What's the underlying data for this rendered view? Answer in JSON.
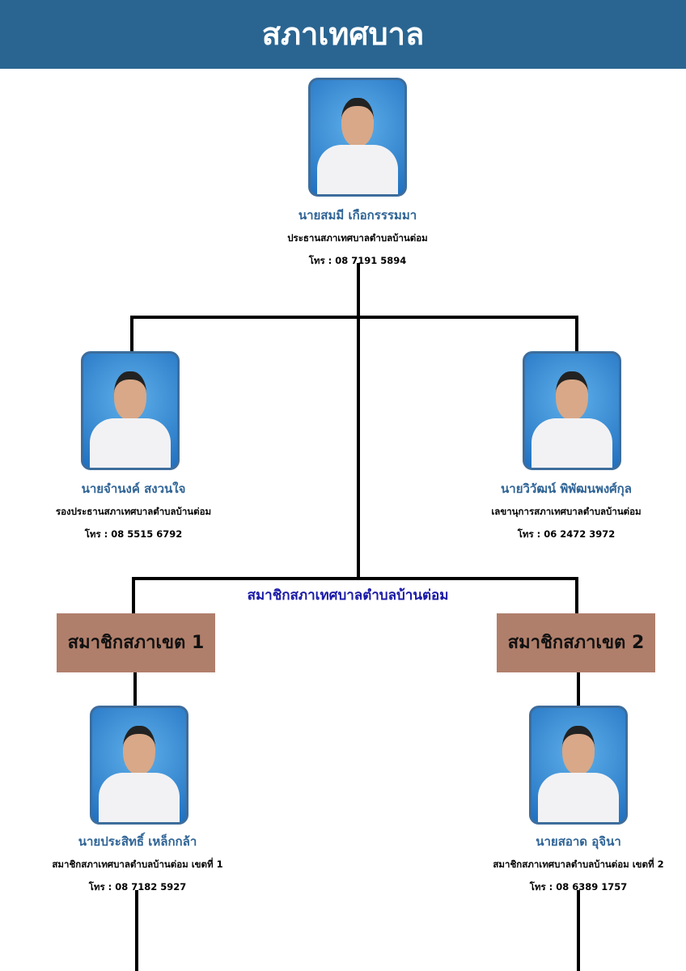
{
  "title": "สภาเทศบาล",
  "section_title": "สมาชิกสภาเทศบาลตำบลบ้านต่อม",
  "zones": [
    "สมาชิกสภาเขต 1",
    "สมาชิกสภาเขต 2"
  ],
  "people": [
    {
      "name": "นายสมมี เกือกรรรมมา",
      "role": "ประธานสภาเทศบาลตำบลบ้านต่อม",
      "phone": "โทร : 08 7191 5894"
    },
    {
      "name": "นายจำนงค์ สงวนใจ",
      "role": "รองประธานสภาเทศบาลตำบลบ้านต่อม",
      "phone": "โทร : 08 5515 6792"
    },
    {
      "name": "นายวิวัฒน์  พิพัฒนพงศ์กุล",
      "role": "เลขานุการสภาเทศบาลตำบลบ้านต่อม",
      "phone": "โทร : 06 2472 3972"
    },
    {
      "name": "นายประสิทธิ์ เหล็กกล้า",
      "role": "สมาชิกสภาเทศบาลตำบลบ้านต่อม เขตที่ 1",
      "phone": "โทร : 08 7182 5927"
    },
    {
      "name": "นายสอาด อุจินา",
      "role": "สมาชิกสภาเทศบาลตำบลบ้านต่อม เขตที่ 2",
      "phone": "โทร : 08 6389 1757"
    }
  ]
}
